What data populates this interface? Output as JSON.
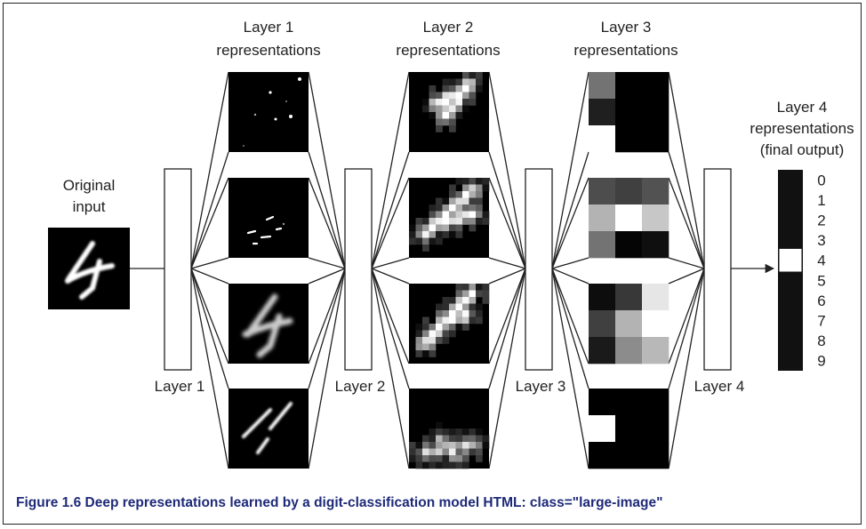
{
  "input": {
    "label_line1": "Original",
    "label_line2": "input"
  },
  "layers": [
    {
      "name": "Layer 1",
      "title_line1": "Layer 1",
      "title_line2": "representations"
    },
    {
      "name": "Layer 2",
      "title_line1": "Layer 2",
      "title_line2": "representations"
    },
    {
      "name": "Layer 3",
      "title_line1": "Layer 3",
      "title_line2": "representations"
    },
    {
      "name": "Layer 4"
    }
  ],
  "output": {
    "title_line1": "Layer 4",
    "title_line2": "representations",
    "title_line3": "(final output)",
    "digits": [
      "0",
      "1",
      "2",
      "3",
      "4",
      "5",
      "6",
      "7",
      "8",
      "9"
    ],
    "active_digit": 4
  },
  "layer3_maps": [
    [
      [
        0.45,
        0.0,
        0.0
      ],
      [
        0.12,
        0.0,
        0.0
      ],
      [
        1.0,
        0.0,
        0.0
      ]
    ],
    [
      [
        0.3,
        0.25,
        0.32
      ],
      [
        0.7,
        1.0,
        0.78
      ],
      [
        0.45,
        0.02,
        0.06
      ]
    ],
    [
      [
        0.05,
        0.22,
        0.9
      ],
      [
        0.25,
        0.7,
        1.0
      ],
      [
        0.1,
        0.55,
        0.72
      ]
    ],
    [
      [
        0.0,
        0.0,
        0.0
      ],
      [
        1.0,
        0.0,
        0.0
      ],
      [
        0.0,
        0.0,
        0.0
      ]
    ]
  ],
  "caption": "Figure 1.6 Deep representations learned by a digit-classification model HTML: class=\"large-image\""
}
